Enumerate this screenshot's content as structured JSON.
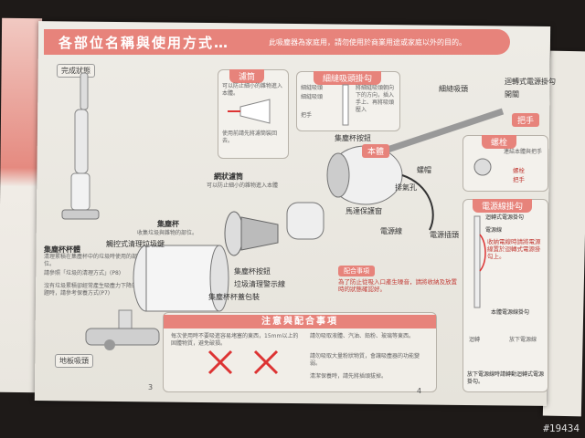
{
  "banner": {
    "title": "各部位名稱與使用方式…",
    "note": "此吸塵器為家庭用，請勿使用於商業用途或家庭以外的目的。"
  },
  "left_panel": {
    "completed_state": "完成狀態",
    "cup_body": "集塵杯杯體",
    "cup_desc": "清理累積在集塵杯中的垃圾時使用的部位。",
    "cup_ref": "請參照「垃圾的清理方式」(P8)",
    "cup_warn": "沒有垃圾累積卻經常產生吸塵力下降的問題時，請參考保養方式(P7)",
    "floor_head": "地板吸頭"
  },
  "filter_panel": {
    "title": "濾筒",
    "desc1": "可以防止細小的雜物進入本體。",
    "desc2": "使用前請先將濾筒裝回去。"
  },
  "mesh_filter": {
    "label": "網狀濾筒",
    "desc": "可以防止細小的雜物進入本體"
  },
  "dust_cup": {
    "label": "集塵杯",
    "desc": "收集垃圾與雜物的部位。",
    "button": "觸控式清理垃圾鍵"
  },
  "labels": {
    "dust_indicator": "垃圾清理警示線",
    "cup_cover": "集塵杯杯蓋包裝",
    "cup_latch": "集塵杯按鈕",
    "body": "本體",
    "screw_cap": "螺帽",
    "exhaust": "排氣孔",
    "motor_window": "馬達保護窗",
    "power_cord": "電源線",
    "plug": "電源插頭",
    "handle": "把手",
    "switch": "開關",
    "rotating_hook": "迴轉式電源掛勾",
    "slim_nozzle": "細縫吸頭",
    "hand_grip": "把手"
  },
  "crevice_panel": {
    "title": "細縫吸頭掛勾",
    "item1": "細縫吸頭",
    "item2": "細縫吸頭",
    "note": "將細縫吸頭朝向下的方向，插入手上、再將吸頭壓入"
  },
  "screw_panel": {
    "title": "螺栓",
    "item1": "連結本體與把手",
    "item2": "螺栓",
    "item3": "把手"
  },
  "cord_panel": {
    "title": "電源線掛勾",
    "rotating": "迴轉式電源掛勾",
    "cord": "電源線",
    "note1": "收納電線時請將電源線置於迴轉式電源掛勾上。",
    "bottom_hook": "本體電源線掛勾",
    "rotate": "迴轉",
    "put_down": "放下電源線",
    "footer": "放下電源線時請轉動迴轉式電源掛勾。"
  },
  "warning": {
    "tag": "配合事項",
    "text": "為了防止從吸入口產生噪音，請將收納及放置時的狀態確認好。"
  },
  "notice": {
    "title": "注意與配合事項",
    "item1": "每次使用時不要吸進容易堵塞的東西，15mm以上的固體物質，避免破損。",
    "item2": "請勿吸取液體、汽油、鉛粉、玻璃等東西。",
    "item3": "請勿吸取大量粉狀物質，會讓吸塵器的功能變弱。",
    "item4": "清潔保養時，請先將插頭拔掉。"
  },
  "pages": {
    "left": "3",
    "right": "4"
  },
  "watermark": "#19434",
  "colors": {
    "accent": "#e7837b",
    "paper": "#eeece6",
    "background": "#1e1a18"
  }
}
